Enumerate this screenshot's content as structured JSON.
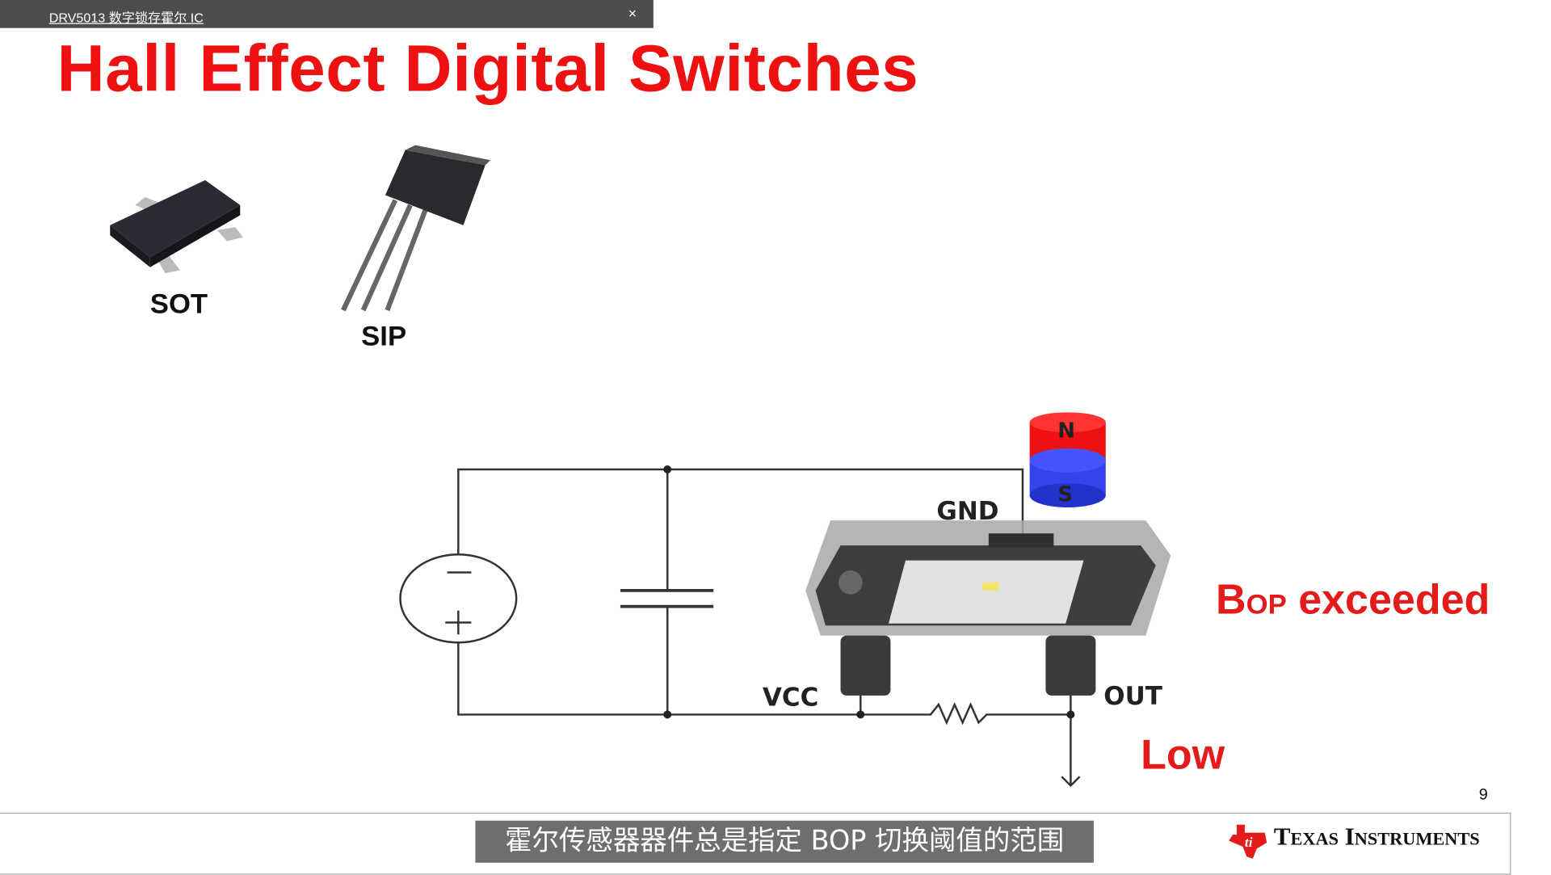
{
  "window": {
    "title": "DRV5013 数字锁存霍尔 IC",
    "close_label": "×"
  },
  "slide": {
    "title": "Hall Effect Digital Switches",
    "packages": [
      "SOT",
      "SIP"
    ],
    "circuit": {
      "gnd": "GND",
      "vcc": "VCC",
      "out": "OUT",
      "magnet_n": "N",
      "magnet_s": "S",
      "minus": "−",
      "plus": "+"
    },
    "status": {
      "b": "B",
      "sub": "OP",
      "rest": " exceeded",
      "output": "Low"
    },
    "page_number": "9"
  },
  "subtitle": "霍尔传感器器件总是指定 BOP 切换阈值的范围",
  "brand": "Texas Instruments",
  "colors": {
    "title_red": "#ee1111",
    "magnet_n": "#ee1111",
    "magnet_s": "#3344ee"
  }
}
